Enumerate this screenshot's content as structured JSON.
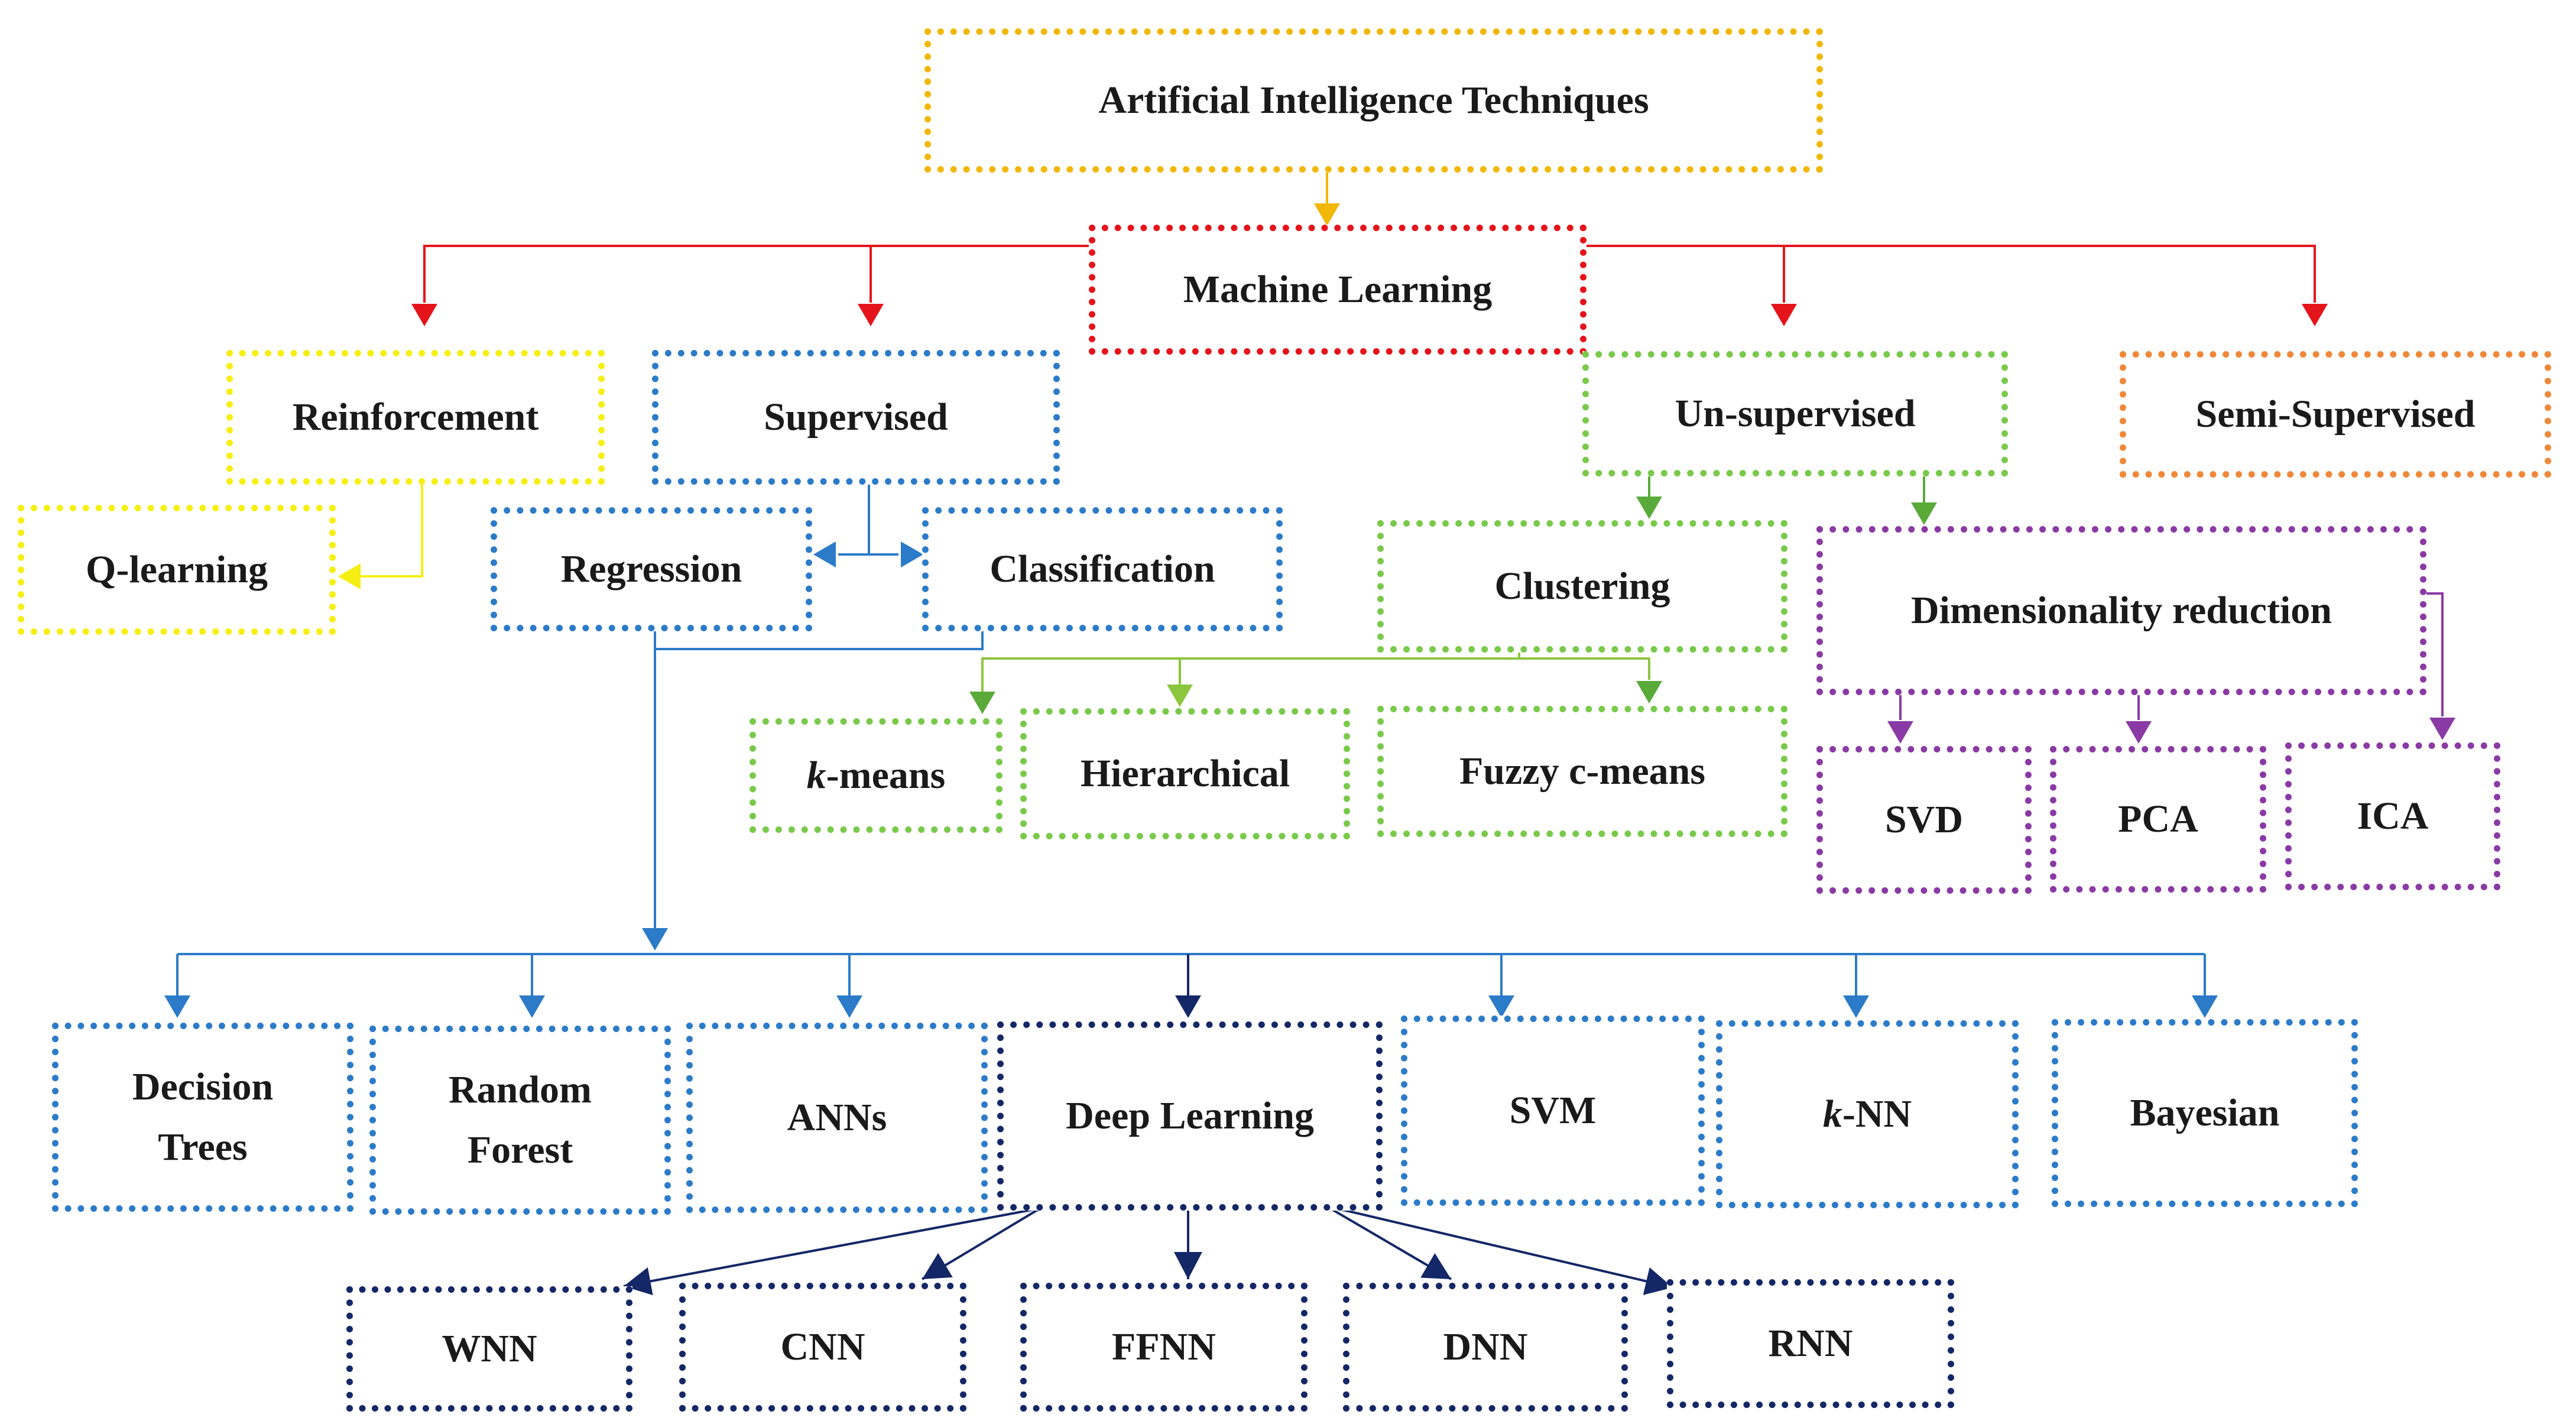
{
  "nodes": {
    "ai_techniques": "Artificial Intelligence Techniques",
    "machine_learning": "Machine Learning",
    "reinforcement": "Reinforcement",
    "supervised": "Supervised",
    "unsupervised": "Un-supervised",
    "semi_supervised": "Semi-Supervised",
    "q_learning": "Q-learning",
    "regression": "Regression",
    "classification": "Classification",
    "clustering": "Clustering",
    "dimensionality_reduction": "Dimensionality reduction",
    "kmeans_italic": "k",
    "kmeans_rest": "-means",
    "hierarchical": "Hierarchical",
    "fuzzy_cmeans": "Fuzzy c-means",
    "svd": "SVD",
    "pca": "PCA",
    "ica": "ICA",
    "decision_trees_1": "Decision",
    "decision_trees_2": "Trees",
    "random_forest_1": "Random",
    "random_forest_2": "Forest",
    "anns": "ANNs",
    "deep_learning": "Deep Learning",
    "svm": "SVM",
    "knn_italic": "k",
    "knn_rest": "-NN",
    "bayesian": "Bayesian",
    "wnn": "WNN",
    "cnn": "CNN",
    "ffnn": "FFNN",
    "dnn": "DNN",
    "rnn": "RNN"
  },
  "colors": {
    "ai_techniques": "#f2b705",
    "machine_learning": "#e5141b",
    "reinforcement": "#f5ef12",
    "supervised": "#2c7bc8",
    "unsupervised": "#79c94a",
    "semi_supervised": "#f0883a",
    "dimensionality_reduction": "#8a3aa4",
    "deep_learning": "#142766"
  }
}
